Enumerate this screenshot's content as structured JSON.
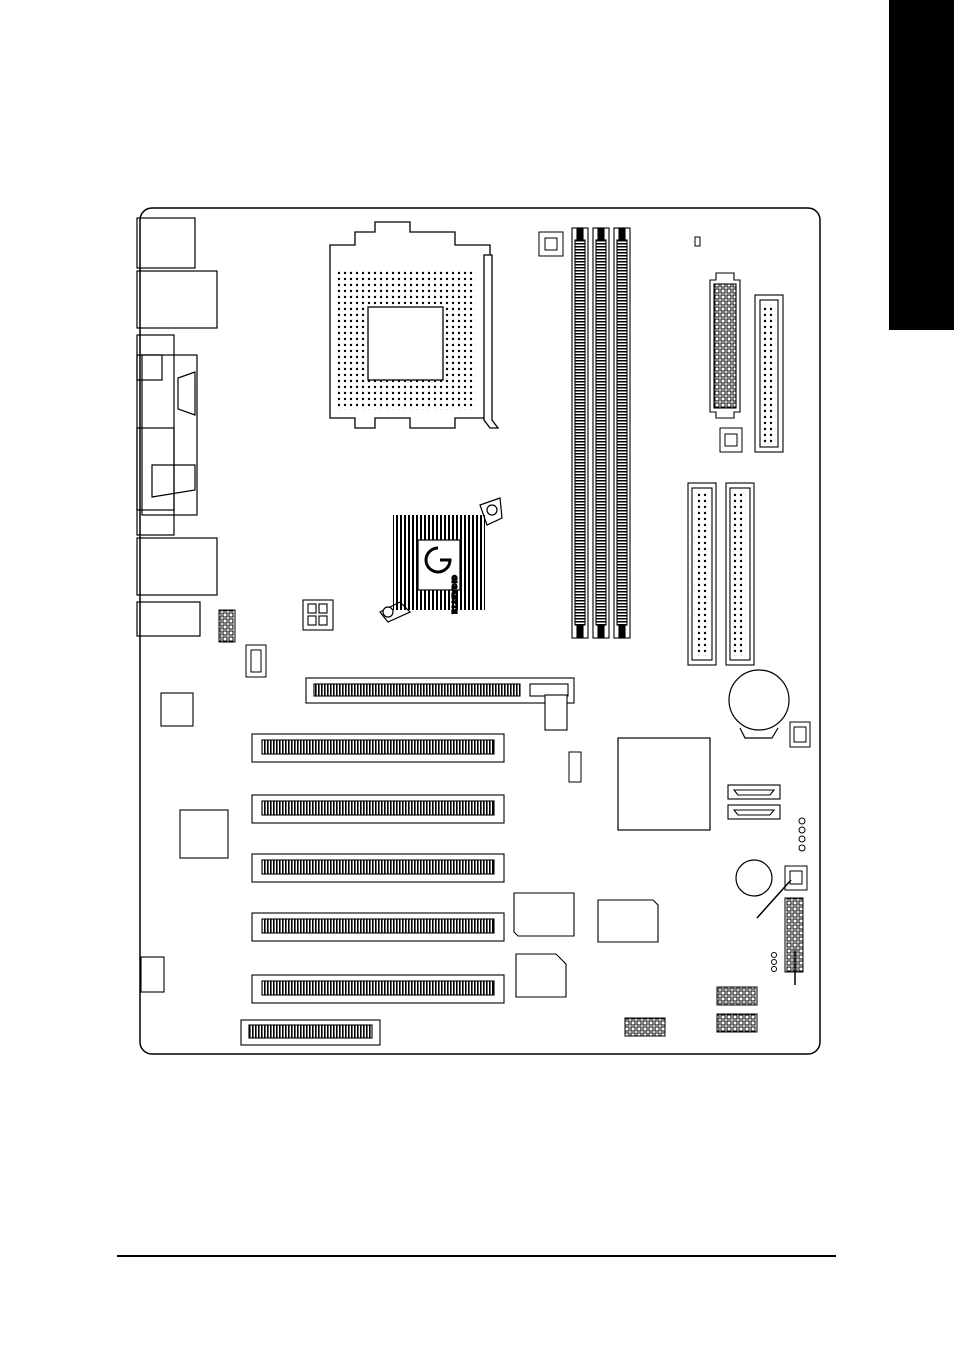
{
  "page": {
    "tab_color": "#000000",
    "background": "#ffffff"
  },
  "diagram": {
    "brand_logo_text": "GIGABYTE",
    "icons": [
      "motherboard-layout",
      "cpu-socket",
      "dimm-slot",
      "pci-slot",
      "agp-slot",
      "ide-connector",
      "sata-connector",
      "battery",
      "northbridge-heatsink"
    ]
  }
}
